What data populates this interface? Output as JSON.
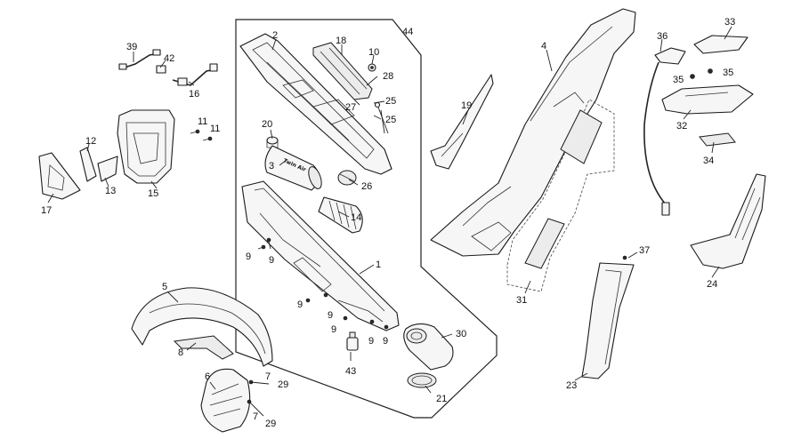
{
  "diagram": {
    "brand_mark": "Twin Air",
    "callouts": {
      "p1": "1",
      "p2": "2",
      "p3": "3",
      "p4": "4",
      "p5": "5",
      "p6": "6",
      "p7a": "7",
      "p7b": "7",
      "p8": "8",
      "p9a": "9",
      "p9b": "9",
      "p9c": "9",
      "p9d": "9",
      "p9e": "9",
      "p9f": "9",
      "p9g": "9",
      "p10": "10",
      "p11a": "11",
      "p11b": "11",
      "p12": "12",
      "p13": "13",
      "p14": "14",
      "p15": "15",
      "p16": "16",
      "p17": "17",
      "p18": "18",
      "p19": "19",
      "p20": "20",
      "p21": "21",
      "p23": "23",
      "p24": "24",
      "p25a": "25",
      "p25b": "25",
      "p26": "26",
      "p27": "27",
      "p28": "28",
      "p29a": "29",
      "p29b": "29",
      "p30": "30",
      "p31": "31",
      "p32": "32",
      "p33": "33",
      "p34": "34",
      "p35a": "35",
      "p35b": "35",
      "p36": "36",
      "p37": "37",
      "p39": "39",
      "p42": "42",
      "p43": "43",
      "p44": "44"
    }
  }
}
